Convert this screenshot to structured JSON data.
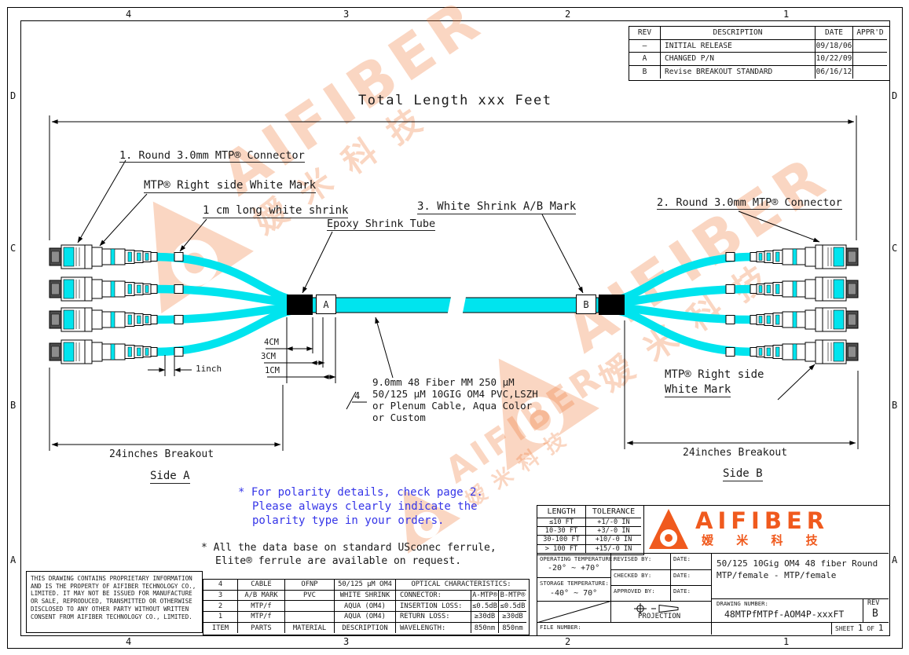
{
  "colors": {
    "aqua": "#00e4ee",
    "orange": "#f05a1e",
    "note_blue": "#3535e8",
    "line": "#000000"
  },
  "border": {
    "top_labels": [
      "4",
      "3",
      "2",
      "1"
    ],
    "bottom_labels": [
      "4",
      "3",
      "2",
      "1"
    ],
    "left_labels": [
      "D",
      "C",
      "B",
      "A"
    ],
    "right_labels": [
      "D",
      "C",
      "B",
      "A"
    ]
  },
  "revision_table": {
    "headers": [
      "REV",
      "DESCRIPTION",
      "DATE",
      "APPR'D"
    ],
    "rows": [
      [
        "—",
        "INITIAL RELEASE",
        "09/18/06",
        ""
      ],
      [
        "A",
        "CHANGED P/N",
        "10/22/09",
        ""
      ],
      [
        "B",
        "Revise BREAKOUT STANDARD",
        "06/16/12",
        ""
      ]
    ]
  },
  "drawing": {
    "total_length": "Total Length xxx Feet",
    "callouts": {
      "c1": "1. Round 3.0mm MTP® Connector",
      "white_mark_left": "MTP® Right side White Mark",
      "white_shrink": "1 cm long white shrink",
      "epoxy": "Epoxy Shrink Tube",
      "c3": "3. White Shrink A/B Mark",
      "c2": "2. Round 3.0mm MTP® Connector",
      "white_mark_right_1": "MTP® Right side",
      "white_mark_right_2": "White Mark"
    },
    "dims": {
      "d4cm": "4CM",
      "d3cm": "3CM",
      "d1cm": "1CM",
      "d1inch": "1inch",
      "breakout_left": "24inches Breakout",
      "breakout_right": "24inches Breakout"
    },
    "sides": {
      "a": "Side A",
      "b": "Side B"
    },
    "marks": {
      "a": "A",
      "b": "B"
    },
    "item_flag": "4",
    "cable_spec": [
      "9.0mm 48 Fiber MM 250 μM",
      "50/125 μM 10GIG OM4 PVC,LSZH",
      "or Plenum Cable, Aqua Color",
      "or Custom"
    ]
  },
  "notes": {
    "polarity": [
      "* For polarity details, check page 2.",
      "Please always clearly indicate the",
      "polarity type in your orders."
    ],
    "ferrule": [
      "* All the data base on standard USconec ferrule,",
      "Elite® ferrule are available on request."
    ]
  },
  "proprietary": "THIS DRAWING CONTAINS PROPRIETARY INFORMATION AND IS THE PROPERTY OF AIFIBER TECHNOLOGY CO., LIMITED. IT MAY NOT BE ISSUED FOR MANUFACTURE OR SALE, REPRODUCED, TRANSMITTED OR OTHERWISE DISCLOSED TO ANY OTHER PARTY WITHOUT WRITTEN CONSENT FROM AIFIBER TECHNOLOGY CO., LIMITED.",
  "parts_table": {
    "rows": [
      [
        "4",
        "CABLE",
        "OFNP",
        "50/125 μM OM4"
      ],
      [
        "3",
        "A/B MARK",
        "PVC",
        "WHITE SHRINK"
      ],
      [
        "2",
        "MTP/f",
        "",
        "AQUA (OM4)"
      ],
      [
        "1",
        "MTP/f",
        "",
        "AQUA (OM4)"
      ],
      [
        "ITEM",
        "PARTS",
        "MATERIAL",
        "DESCRIPTION"
      ]
    ],
    "optical": {
      "title": "OPTICAL CHARACTERISTICS:",
      "rows": [
        [
          "CONNECTOR:",
          "A-MTP®",
          "B-MTP®"
        ],
        [
          "INSERTION LOSS:",
          "≤0.5dB",
          "≤0.5dB"
        ],
        [
          "RETURN LOSS:",
          "≥30dB",
          "≥30dB"
        ],
        [
          "WAVELENGTH:",
          "850nm",
          "850nm"
        ]
      ]
    }
  },
  "tolerance_table": {
    "headers": [
      "LENGTH",
      "TOLERANCE"
    ],
    "rows": [
      [
        "≤10 FT",
        "+1/-0 IN"
      ],
      [
        "10-30 FT",
        "+3/-0 IN"
      ],
      [
        "30-100 FT",
        "+10/-0 IN"
      ],
      [
        "> 100 FT",
        "+15/-0 IN"
      ]
    ]
  },
  "title_block": {
    "operating_temp_label": "OPERATING TEMPERATURE:",
    "operating_temp": "-20° ~ +70°",
    "storage_temp_label": "STORAGE TEMPERATURE:",
    "storage_temp": "-40° ~ 70°",
    "revised_by": "REVISED BY:",
    "checked_by": "CHECKED BY:",
    "approved_by": "APPROVED BY:",
    "date_label": "DATE:",
    "projection_label": "PROJECTION",
    "file_number_label": "FILE NUMBER:",
    "logo_text": "AIFIBER",
    "logo_cn": "嫒 米 科 技",
    "title_line1": "50/125 10Gig OM4 48 fiber Round",
    "title_line2": "MTP/female - MTP/female",
    "drawing_number_label": "DRAWING NUMBER:",
    "drawing_number": "48MTPfMTPf-AOM4P-xxxFT",
    "rev_label": "REV",
    "rev": "B",
    "sheet_label": "SHEET",
    "sheet_num": "1",
    "of_label": "OF",
    "sheet_total": "1"
  },
  "watermark": {
    "text": "AIFIBER",
    "cn": "嫒米科技"
  }
}
